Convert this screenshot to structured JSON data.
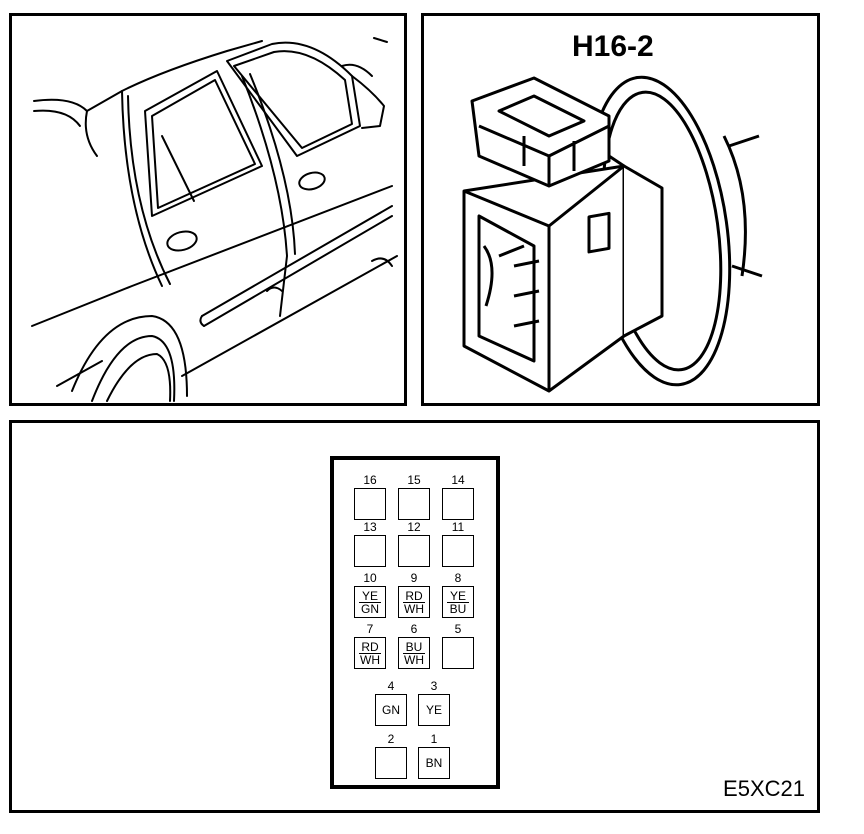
{
  "connector": {
    "title": "H16-2",
    "code": "E5XC21"
  },
  "pins": [
    {
      "num": "16",
      "wires": []
    },
    {
      "num": "15",
      "wires": []
    },
    {
      "num": "14",
      "wires": []
    },
    {
      "num": "13",
      "wires": []
    },
    {
      "num": "12",
      "wires": []
    },
    {
      "num": "11",
      "wires": []
    },
    {
      "num": "10",
      "wires": [
        "YE",
        "GN"
      ]
    },
    {
      "num": "9",
      "wires": [
        "RD",
        "WH"
      ]
    },
    {
      "num": "8",
      "wires": [
        "YE",
        "BU"
      ]
    },
    {
      "num": "7",
      "wires": [
        "RD",
        "WH"
      ]
    },
    {
      "num": "6",
      "wires": [
        "BU",
        "WH"
      ]
    },
    {
      "num": "5",
      "wires": []
    },
    {
      "num": "4",
      "wires": [
        "GN"
      ]
    },
    {
      "num": "3",
      "wires": [
        "YE"
      ]
    },
    {
      "num": "2",
      "wires": []
    },
    {
      "num": "1",
      "wires": [
        "BN"
      ]
    }
  ]
}
